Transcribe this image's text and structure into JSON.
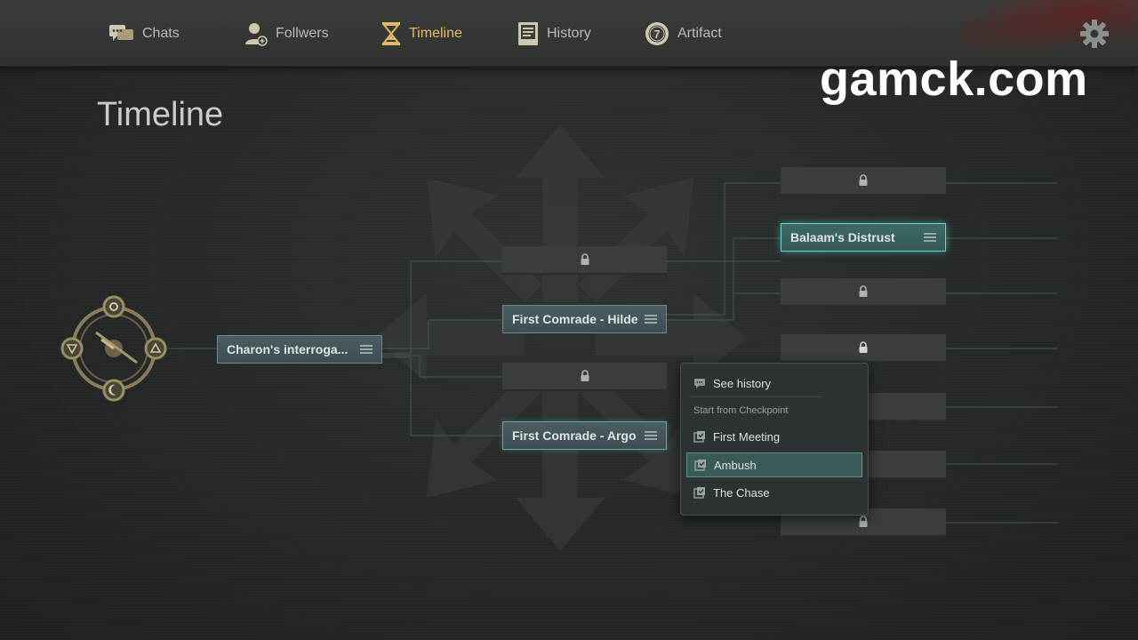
{
  "nav": {
    "items": [
      {
        "label": "Chats",
        "icon": "chat-bubbles-icon"
      },
      {
        "label": "Follwers",
        "icon": "followers-icon"
      },
      {
        "label": "Timeline",
        "icon": "hourglass-icon",
        "active": true
      },
      {
        "label": "History",
        "icon": "book-icon"
      },
      {
        "label": "Artifact",
        "icon": "artifact-coin-icon"
      }
    ],
    "settings_icon": "gear-icon"
  },
  "watermark": "gamck.com",
  "page_title": "Timeline",
  "nodes": {
    "root": "Charon's interroga...",
    "hilde": "First Comrade - Hilde",
    "argo": "First Comrade - Argo",
    "balaam": "Balaam's Distrust"
  },
  "context_menu": {
    "see_history": "See history",
    "section_label": "Start from Checkpoint",
    "checkpoints": [
      "First Meeting",
      "Ambush",
      "The Chase"
    ],
    "selected": "Ambush"
  },
  "colors": {
    "accent_active": "#e5b867",
    "node_glow": "#6fd6c7"
  }
}
